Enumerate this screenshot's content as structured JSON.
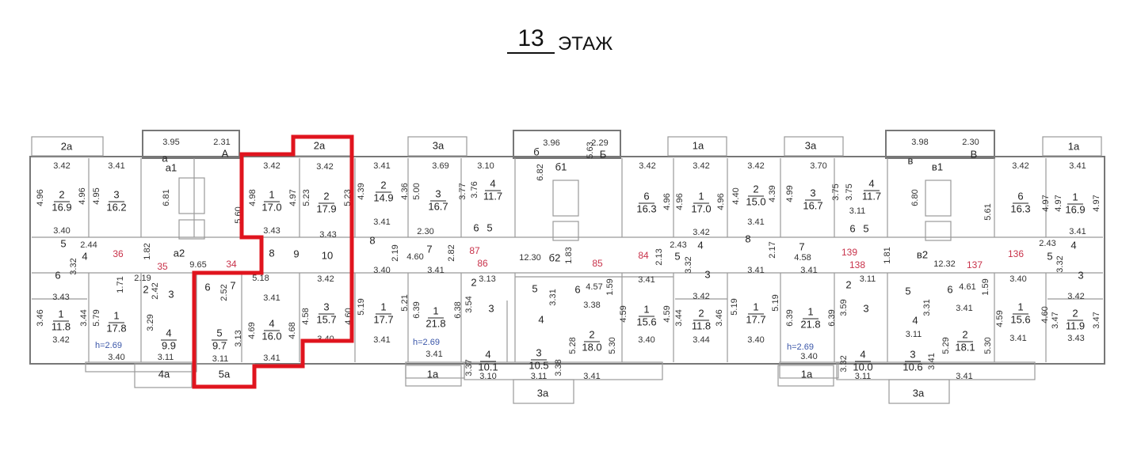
{
  "title": {
    "floor_number": "13",
    "floor_label": "ЭТАЖ"
  },
  "highlight_color": "#e0141e",
  "dimensions": [
    "3.95",
    "2.31",
    "3.42",
    "3.41",
    "3.42",
    "3.42",
    "3.40",
    "3.43",
    "3.43",
    "2.44",
    "9.65",
    "3.43",
    "2.19",
    "5.18",
    "3.42",
    "3.41",
    "3.42",
    "3.40",
    "3.11",
    "3.11",
    "3.41",
    "3.40",
    "3.41",
    "3.69",
    "3.10",
    "3.96",
    "2.29",
    "3.42",
    "3.42",
    "3.42",
    "3.41",
    "2.30",
    "3.42",
    "3.41",
    "4.60",
    "2.43",
    "12.30",
    "3.40",
    "3.41",
    "3.13",
    "4.57",
    "3.41",
    "3.38",
    "3.42",
    "3.41",
    "3.40",
    "3.44",
    "3.40",
    "3.41",
    "3.41",
    "3.10",
    "3.11",
    "3.41",
    "3.70",
    "3.98",
    "2.30",
    "3.42",
    "3.41",
    "3.11",
    "3.41",
    "2.43",
    "4.58",
    "12.32",
    "3.41",
    "3.11",
    "4.61",
    "3.40",
    "3.41",
    "3.42",
    "3.11",
    "3.41",
    "3.43",
    "3.40",
    "3.11",
    "3.41"
  ],
  "dimensions_vertical": [
    "4.96",
    "4.96",
    "4.95",
    "6.81",
    "5.60",
    "4.98",
    "4.97",
    "5.23",
    "5.23",
    "3.32",
    "1.82",
    "1.71",
    "2.42",
    "2.52",
    "3.46",
    "3.44",
    "5.79",
    "3.29",
    "3.13",
    "4.69",
    "4.68",
    "4.58",
    "4.60",
    "4.39",
    "4.36",
    "5.00",
    "3.76",
    "3.77",
    "6.82",
    "5.63",
    "4.96",
    "4.96",
    "4.96",
    "4.40",
    "2.19",
    "2.82",
    "1.83",
    "2.13",
    "3.32",
    "1.59",
    "5.19",
    "5.21",
    "6.39",
    "6.38",
    "3.54",
    "3.31",
    "4.59",
    "4.59",
    "3.44",
    "3.46",
    "5.19",
    "3.37",
    "3.38",
    "5.28",
    "5.30",
    "4.39",
    "4.99",
    "3.75",
    "3.75",
    "6.80",
    "5.61",
    "4.97",
    "4.97",
    "4.97",
    "2.17",
    "1.81",
    "3.32",
    "1.59",
    "5.19",
    "6.39",
    "6.39",
    "3.59",
    "3.31",
    "4.59",
    "4.60",
    "3.47",
    "3.47",
    "3.32",
    "3.41",
    "5.29",
    "5.30"
  ],
  "rooms": [
    {
      "n": "2",
      "area": "16.9"
    },
    {
      "n": "3",
      "area": "16.2"
    },
    {
      "n": "1",
      "area": "17.0"
    },
    {
      "n": "2",
      "area": "17.9"
    },
    {
      "n": "1",
      "area": "11.8"
    },
    {
      "n": "1",
      "area": "17.8"
    },
    {
      "n": "4",
      "area": "9.9"
    },
    {
      "n": "5",
      "area": "9.7"
    },
    {
      "n": "4",
      "area": "16.0"
    },
    {
      "n": "3",
      "area": "15.7"
    },
    {
      "n": "2",
      "area": "14.9"
    },
    {
      "n": "3",
      "area": "16.7"
    },
    {
      "n": "4",
      "area": "11.7"
    },
    {
      "n": "1",
      "area": "17.7"
    },
    {
      "n": "1",
      "area": "21.8"
    },
    {
      "n": "6",
      "area": "16.3"
    },
    {
      "n": "1",
      "area": "17.0"
    },
    {
      "n": "2",
      "area": "15.0"
    },
    {
      "n": "1",
      "area": "15.6"
    },
    {
      "n": "2",
      "area": "11.8"
    },
    {
      "n": "1",
      "area": "17.7"
    },
    {
      "n": "4",
      "area": "10.1"
    },
    {
      "n": "3",
      "area": "10.5"
    },
    {
      "n": "2",
      "area": "18.0"
    },
    {
      "n": "3",
      "area": "16.7"
    },
    {
      "n": "4",
      "area": "11.7"
    },
    {
      "n": "6",
      "area": "16.3"
    },
    {
      "n": "1",
      "area": "16.9"
    },
    {
      "n": "1",
      "area": "21.8"
    },
    {
      "n": "2",
      "area": "18.1"
    },
    {
      "n": "1",
      "area": "15.6"
    },
    {
      "n": "2",
      "area": "11.9"
    },
    {
      "n": "4",
      "area": "10.0"
    },
    {
      "n": "3",
      "area": "10.6"
    }
  ],
  "labels": [
    "а",
    "А",
    "а1",
    "5",
    "4",
    "6",
    "а2",
    "8",
    "9",
    "10",
    "2",
    "3",
    "6",
    "7",
    "8",
    "7",
    "6",
    "5",
    "б",
    "Б",
    "б1",
    "б2",
    "5",
    "4",
    "3",
    "8",
    "2",
    "3",
    "5",
    "6",
    "4",
    "в",
    "В",
    "в1",
    "7",
    "в2",
    "5",
    "4",
    "3",
    "6",
    "5",
    "2",
    "3",
    "5",
    "6",
    "4"
  ],
  "apartment_numbers": [
    "36",
    "35",
    "34",
    "87",
    "86",
    "85",
    "84",
    "139",
    "138",
    "137",
    "136"
  ],
  "ceiling_heights": [
    "h=2.69",
    "h=2.69",
    "h=2.69"
  ],
  "balconies": [
    "2а",
    "2а",
    "4а",
    "5а",
    "3а",
    "1а",
    "1а",
    "3а",
    "3а",
    "1а",
    "1а",
    "3а"
  ]
}
